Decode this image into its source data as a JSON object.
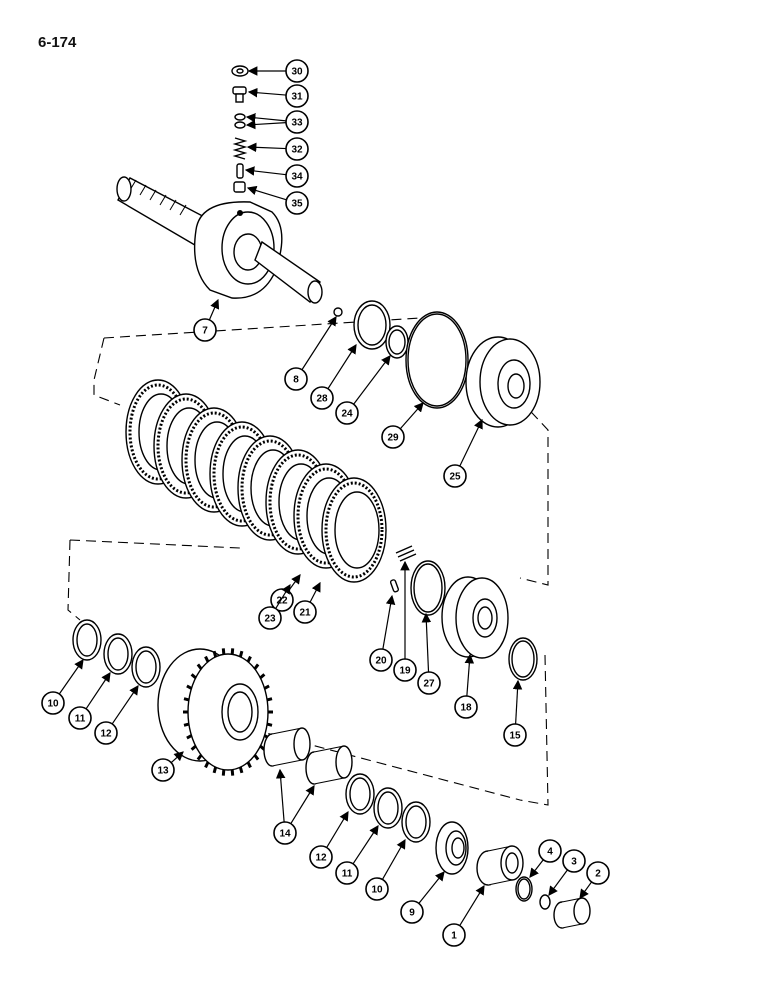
{
  "page_number": "6-174",
  "colors": {
    "ink": "#000000",
    "paper": "#ffffff"
  },
  "callouts": [
    {
      "id": "c30",
      "label": "30"
    },
    {
      "id": "c31",
      "label": "31"
    },
    {
      "id": "c33",
      "label": "33"
    },
    {
      "id": "c32",
      "label": "32"
    },
    {
      "id": "c34",
      "label": "34"
    },
    {
      "id": "c35",
      "label": "35"
    },
    {
      "id": "c7",
      "label": "7"
    },
    {
      "id": "c8",
      "label": "8"
    },
    {
      "id": "c28",
      "label": "28"
    },
    {
      "id": "c24",
      "label": "24"
    },
    {
      "id": "c29",
      "label": "29"
    },
    {
      "id": "c25",
      "label": "25"
    },
    {
      "id": "c22",
      "label": "22"
    },
    {
      "id": "c23",
      "label": "23"
    },
    {
      "id": "c21",
      "label": "21"
    },
    {
      "id": "c20",
      "label": "20"
    },
    {
      "id": "c19",
      "label": "19"
    },
    {
      "id": "c27",
      "label": "27"
    },
    {
      "id": "c18",
      "label": "18"
    },
    {
      "id": "c15",
      "label": "15"
    },
    {
      "id": "c10a",
      "label": "10"
    },
    {
      "id": "c11a",
      "label": "11"
    },
    {
      "id": "c12a",
      "label": "12"
    },
    {
      "id": "c13",
      "label": "13"
    },
    {
      "id": "c14",
      "label": "14"
    },
    {
      "id": "c12b",
      "label": "12"
    },
    {
      "id": "c11b",
      "label": "11"
    },
    {
      "id": "c10b",
      "label": "10"
    },
    {
      "id": "c9",
      "label": "9"
    },
    {
      "id": "c1",
      "label": "1"
    },
    {
      "id": "c4",
      "label": "4"
    },
    {
      "id": "c3",
      "label": "3"
    },
    {
      "id": "c2",
      "label": "2"
    }
  ]
}
